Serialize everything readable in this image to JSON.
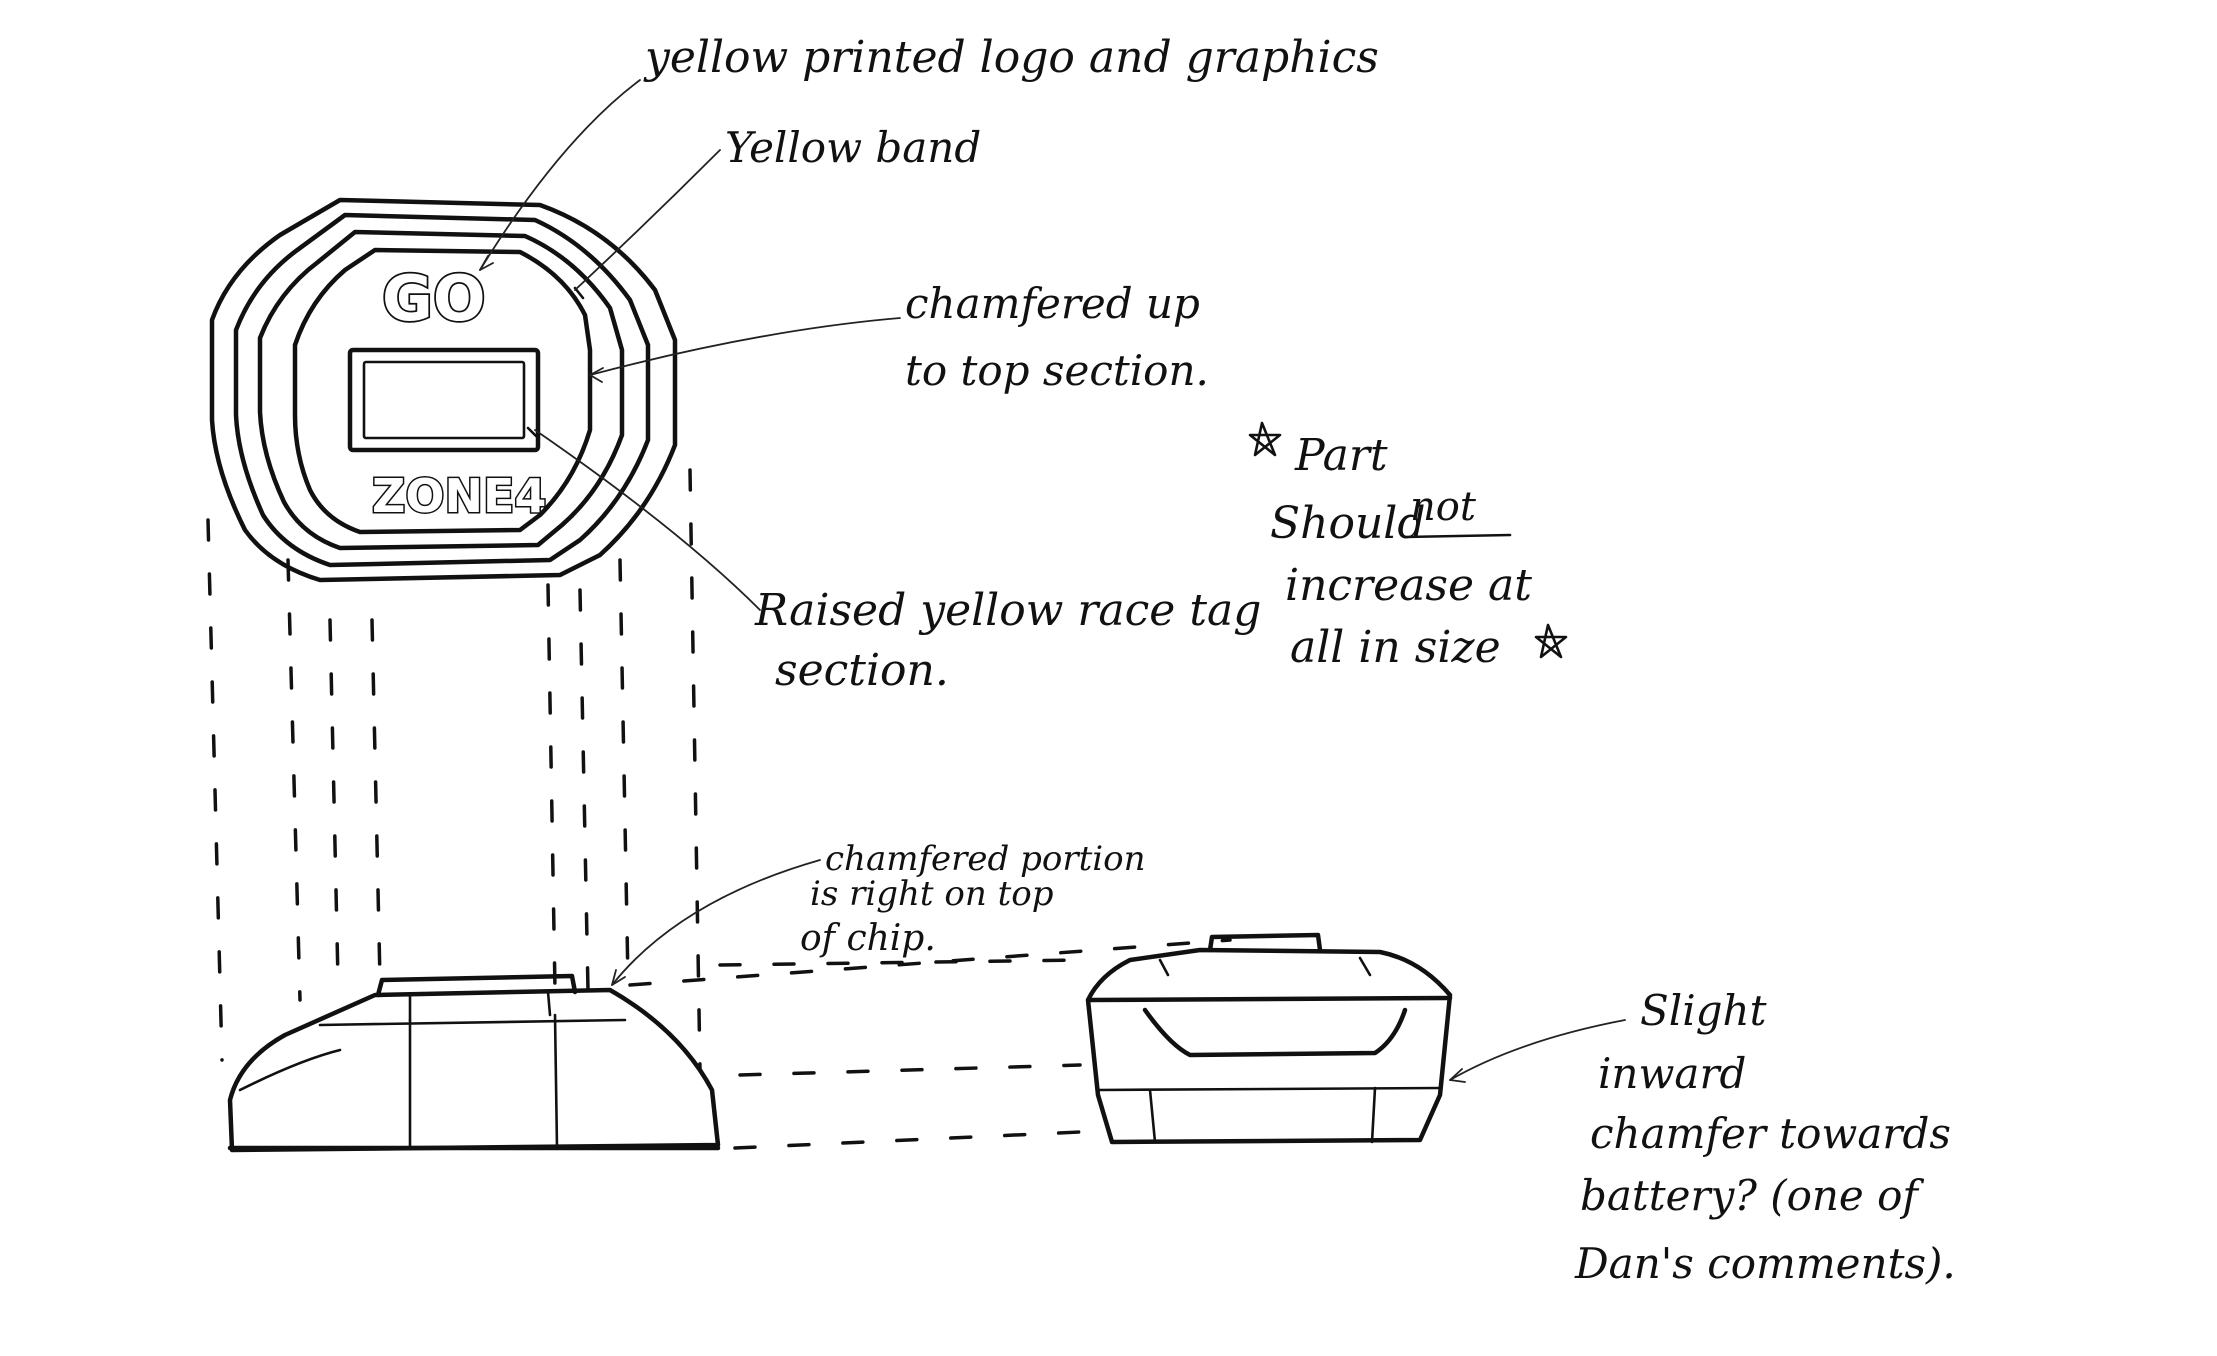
{
  "annotations": {
    "logo_graphics": "yellow printed logo and graphics",
    "band": "Yellow band",
    "chamfer_top_line1": "chamfered up",
    "chamfer_top_line2": "to top section.",
    "part_note_line1": "Part",
    "part_note_line2a": "Should",
    "part_note_line2b": "not",
    "part_note_line3": "increase at",
    "part_note_line4": "all in size",
    "race_tag_line1": "Raised yellow race tag",
    "race_tag_line2": "section.",
    "chamfer_chip_line1": "chamfered portion",
    "chamfer_chip_line2": "is right on top",
    "chamfer_chip_line3": "of chip.",
    "battery_line1": "Slight",
    "battery_line2": "inward",
    "battery_line3": "chamfer towards",
    "battery_line4": "battery? (one of",
    "battery_line5": "Dan's comments)."
  },
  "device_logo": {
    "go_mark": "GO",
    "zone_text": "ZONE4"
  },
  "colors": {
    "ink": "#111111",
    "paper": "#ffffff"
  }
}
